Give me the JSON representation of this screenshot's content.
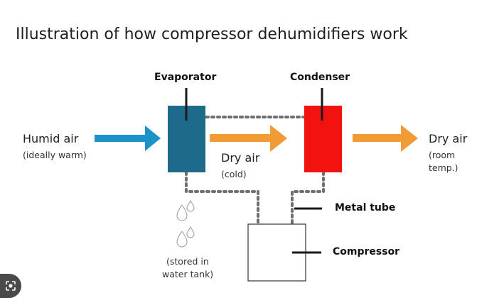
{
  "title": "Illustration of how compressor dehumidifiers work",
  "components": {
    "evaporator": "Evaporator",
    "condenser": "Condenser",
    "metal_tube": "Metal tube",
    "compressor": "Compressor"
  },
  "inputs": {
    "humid_air": "Humid air",
    "humid_air_note": "(ideally warm)"
  },
  "outputs": {
    "dry_air_cold": "Dry air",
    "dry_air_cold_note": "(cold)",
    "dry_air_room": "Dry air",
    "dry_air_room_note_line1": "(room",
    "dry_air_room_note_line2": "temp.)"
  },
  "water": {
    "note_line1": "(stored in",
    "note_line2": "water tank)"
  },
  "colors": {
    "evaporator": "#1e6a8a",
    "condenser": "#f2120f",
    "input_arrow": "#1b93c8",
    "output_arrow": "#f19a36",
    "dotted_tube": "#707070"
  },
  "overlay": {
    "lens_icon": "lens-icon"
  }
}
